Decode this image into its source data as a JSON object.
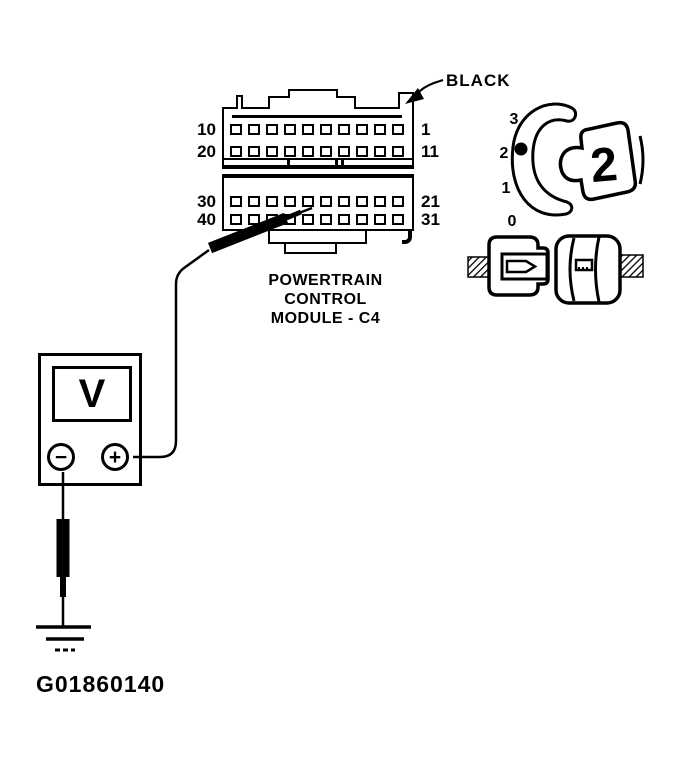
{
  "page": {
    "background": "#ffffff",
    "ink": "#000000"
  },
  "figure_id": "G01860140",
  "pcm_connector": {
    "color_label": "BLACK",
    "caption_lines": [
      "POWERTRAIN",
      "CONTROL",
      "MODULE - C4"
    ],
    "left_pin_labels": [
      "10",
      "20",
      "30",
      "40"
    ],
    "right_pin_labels": [
      "1",
      "11",
      "21",
      "31"
    ],
    "rows": 4,
    "pins_per_row": 10
  },
  "voltmeter": {
    "display_label": "V",
    "negative_terminal_label": "−",
    "positive_terminal_label": "+"
  },
  "ignition_switch": {
    "position_labels": [
      "3",
      "2",
      "1",
      "0"
    ],
    "selected_position": "2",
    "key_label": "2"
  }
}
